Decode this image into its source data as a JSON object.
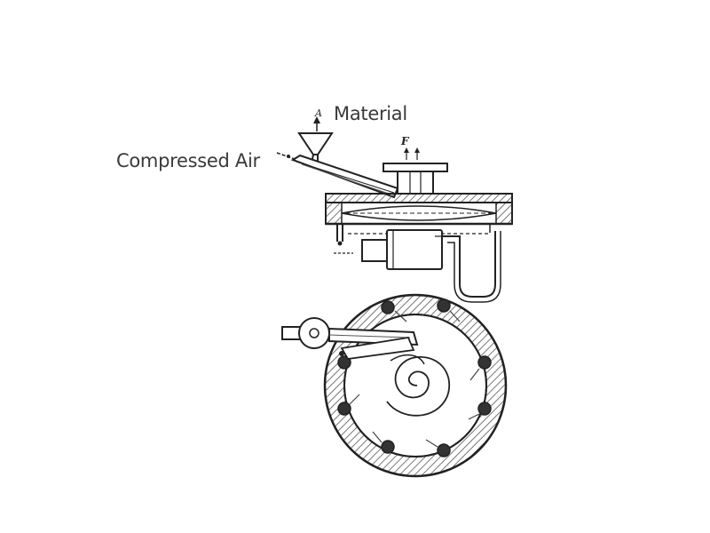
{
  "labels": {
    "material": "Material",
    "compressed_air": "Compressed Air",
    "marker_a": "A",
    "marker_f": "F"
  },
  "colors": {
    "ink": "#222222",
    "hatch": "#555555",
    "label_text": "#3a3a3a",
    "background": "#ffffff"
  }
}
